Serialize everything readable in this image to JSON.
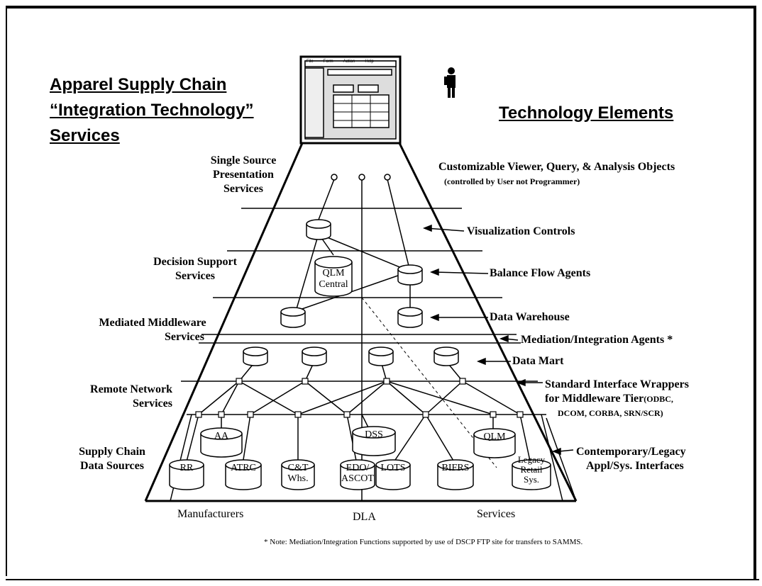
{
  "title_left": [
    "Apparel Supply Chain",
    "“Integration Technology”",
    "Services"
  ],
  "title_right": "Technology Elements",
  "left_labels": {
    "presentation": [
      "Single Source",
      "Presentation",
      "Services"
    ],
    "decision": [
      "Decision Support",
      "Services"
    ],
    "middleware": [
      "Mediated Middleware",
      "Services"
    ],
    "network": [
      "Remote Network",
      "Services"
    ],
    "sources": [
      "Supply Chain",
      "Data Sources"
    ]
  },
  "right_labels": {
    "viewer": "Customizable Viewer, Query, & Analysis Objects",
    "viewer_sub": "(controlled by User not Programmer)",
    "visualization": "Visualization Controls",
    "balance": "Balance Flow Agents",
    "warehouse": "Data Warehouse",
    "mediation": "Mediation/Integration Agents *",
    "datamart": "Data Mart",
    "wrappers_1": "Standard Interface Wrappers",
    "wrappers_2": "for Middleware Tier",
    "wrappers_2b": "(ODBC,",
    "wrappers_3": "DCOM, CORBA, SRN/SCR)",
    "legacy_1": "Contemporary/Legacy",
    "legacy_2": "Appl/Sys. Interfaces"
  },
  "nodes": {
    "qlm_central": [
      "QLM",
      "Central"
    ],
    "aa": "AA",
    "dss": "DSS",
    "qlm": "QLM",
    "rr": "RR",
    "atrc": "ATRC",
    "ct": [
      "C&T",
      "Whs."
    ],
    "edo": [
      "EDO/",
      "ASCOT"
    ],
    "lots": "LOTS",
    "bifrs": "BIFRS",
    "legacy": [
      "Legacy",
      "Retail",
      "Sys."
    ]
  },
  "bottom_labels": [
    "Manufacturers",
    "DLA",
    "Services"
  ],
  "note": "* Note: Mediation/Integration Functions supported by use of DSCP FTP site for transfers to SAMMS.",
  "screen_menu": [
    "File",
    "Form",
    "Action",
    "Help"
  ]
}
